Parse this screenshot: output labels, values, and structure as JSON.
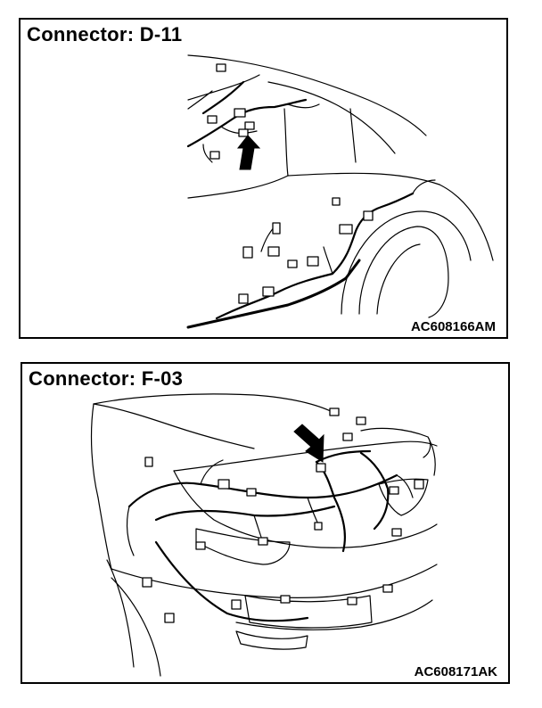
{
  "diagrams": [
    {
      "title": "Connector: D-11",
      "code": "AC608166AM"
    },
    {
      "title": "Connector: F-03",
      "code": "AC608171AK"
    }
  ],
  "colors": {
    "line": "#000000",
    "background": "#ffffff"
  },
  "icons": [
    "pointer-arrow-icon"
  ]
}
